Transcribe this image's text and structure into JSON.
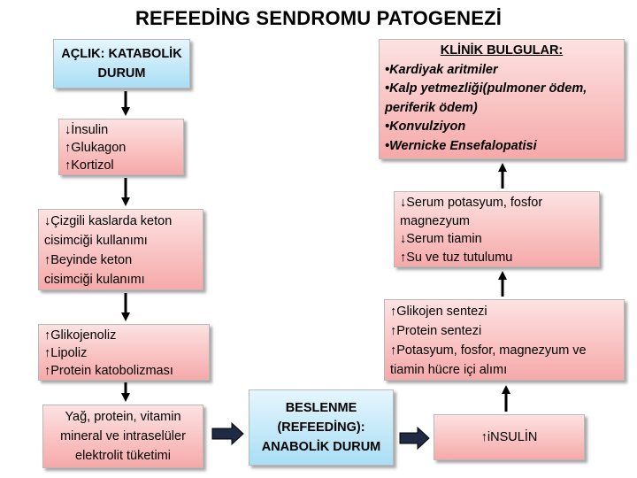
{
  "title": "REFEEDİNG SENDROMU PATOGENEZİ",
  "colors": {
    "pink_top": "#fde2e2",
    "pink_bottom": "#f6a9a9",
    "blue_top": "#e5f6fd",
    "blue_bottom": "#a9def5",
    "arrow": "#000000",
    "arrow_fill": "#1f2a44"
  },
  "left_column": {
    "start": [
      "AÇLIK: KATABOLİK",
      "DURUM"
    ],
    "hormones": [
      "↓İnsulin",
      "↑Glukagon",
      "↑Kortizol"
    ],
    "ketone": [
      "↓Çizgili kaslarda keton",
      "cisimciği kullanımı",
      "↑Beyinde keton",
      "cisimciği kulanımı"
    ],
    "catabolism": [
      "↑Glikojenoliz",
      "↑Lipoliz",
      "↑Protein katobolizması"
    ],
    "depletion": [
      "Yağ, protein, vitamin",
      "mineral ve intraselüler",
      "elektrolit tüketimi"
    ]
  },
  "middle": {
    "refeeding": [
      "BESLENME",
      "(REFEEDİNG):",
      "ANABOLİK DURUM"
    ]
  },
  "right_column": {
    "insulin": "↑iNSULİN",
    "synthesis": [
      "↑Glikojen sentezi",
      "↑Protein sentezi",
      "↑Potasyum, fosfor, magnezyum ve",
      "tiamin hücre içi alımı"
    ],
    "serum": [
      "↓Serum potasyum, fosfor",
      "magnezyum",
      "↓Serum tiamin",
      "↑Su ve tuz tutulumu"
    ],
    "clinical": {
      "heading": "KLİNİK BULGULAR:",
      "items": [
        "•Kardiyak aritmiler",
        "•Kalp yetmezliği(pulmoner ödem,",
        "periferik ödem)",
        "•Konvulziyon",
        "•Wernicke Ensefalopatisi"
      ]
    }
  }
}
